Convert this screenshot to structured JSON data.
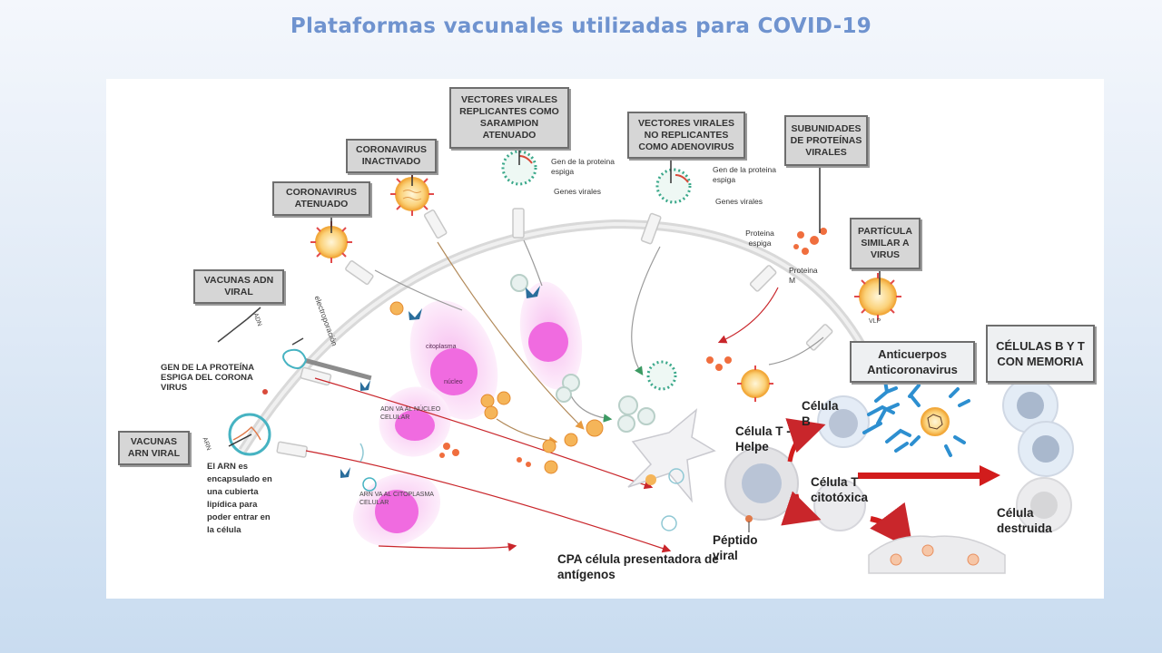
{
  "title": "Plataformas vacunales utilizadas para COVID-19",
  "platforms": {
    "vectores_replicantes": "VECTORES VIRALES REPLICANTES COMO SARAMPION ATENUADO",
    "coronavirus_inactivado": "CORONAVIRUS INACTIVADO",
    "coronavirus_atenuado": "CORONAVIRUS ATENUADO",
    "vectores_no_replicantes": "VECTORES VIRALES NO REPLICANTES COMO ADENOVIRUS",
    "subunidades": "SUBUNIDADES DE PROTEÍNAS VIRALES",
    "particula_similar": "PARTÍCULA SIMILAR A VIRUS",
    "vacunas_adn": "VACUNAS ADN VIRAL",
    "vacunas_arn": "VACUNAS ARN VIRAL"
  },
  "labels": {
    "gen_proteina_espiga_1": "Gen de la proteina espiga",
    "genes_virales_1": "Genes virales",
    "gen_proteina_espiga_2": "Gen de la proteina espiga",
    "genes_virales_2": "Genes virales",
    "proteina_espiga": "Proteina espiga",
    "proteina_m": "Proteina M",
    "vlp": "VLP",
    "adn": "ADN",
    "electroporacion": "electroporación",
    "gen_proteina_corona": "GEN DE LA PROTEÍNA ESPIGA DEL CORONA VIRUS",
    "arn": "ARN",
    "arn_encapsulado": "El ARN es encapsulado en una cubierta lipídica para poder entrar en la célula",
    "citoplasma": "citoplasma",
    "nucleo": "núcleo",
    "adn_va_nucleo": "ADN VA AL NÚCLEO CELULAR",
    "arn_va_citoplasma": "ARN VA AL CITOPLASMA CELULAR",
    "anticuerpos": "Anticuerpos Anticoronavirus",
    "celulas_memoria": "CÉLULAS B Y T CON MEMORIA",
    "celula_b": "Célula B",
    "celula_t_helper": "Célula T -Helpe",
    "celula_t_citotoxica": "Célula T citotóxica",
    "celula_destruida": "Célula destruida",
    "peptido_viral": "Péptido viral",
    "cpa": "CPA célula presentadora de antígenos"
  },
  "colors": {
    "title": "#6f93cf",
    "virus_orange": "#f2a93b",
    "vector_green": "#3aa88a",
    "nucleus_pink": "#f06be0",
    "cytoplasm_pink": "#fbd3f4",
    "arrow_red": "#d21c1c",
    "antibody_blue": "#2d8fd0"
  }
}
